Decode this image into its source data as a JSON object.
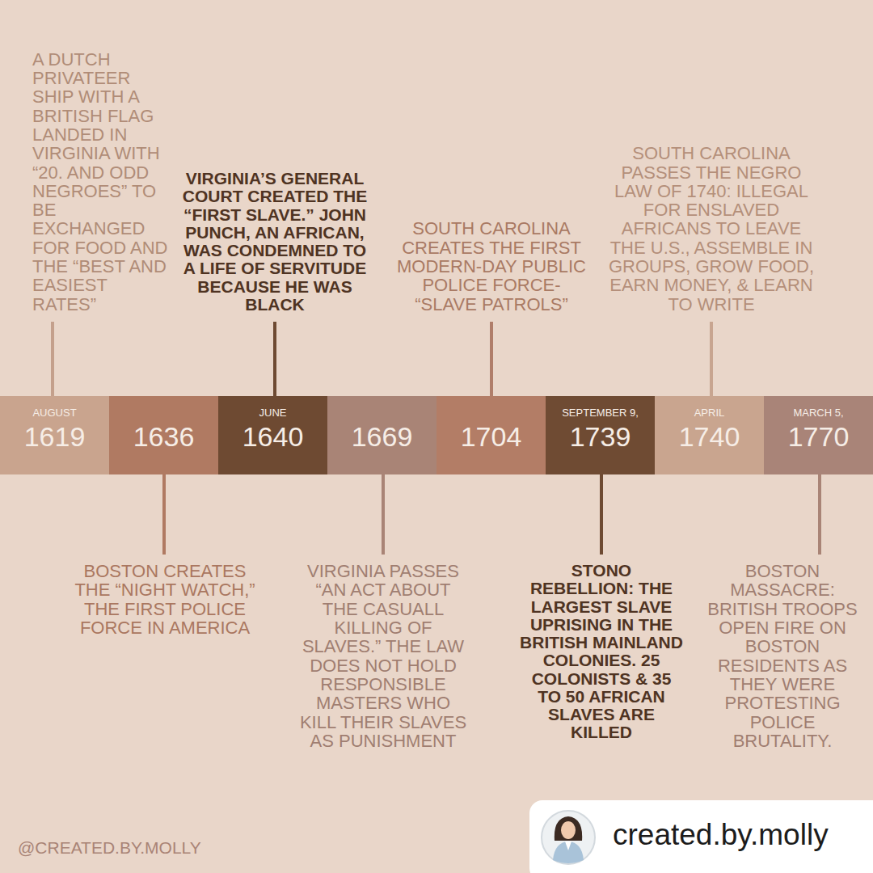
{
  "diagram": {
    "nodes": [
      {
        "text": [
          "AUGUST",
          "1619"
        ]
      },
      {
        "text": [
          "1636"
        ]
      },
      {
        "text": [
          "JUNE",
          "1640"
        ]
      },
      {
        "text": [
          "1669"
        ]
      },
      {
        "text": [
          "1704"
        ]
      },
      {
        "text": [
          "SEPTEMBER 9,",
          "1739"
        ]
      },
      {
        "text": [
          "APRIL",
          "1740"
        ]
      },
      {
        "text": [
          "MARCH 5,",
          "1770"
        ]
      }
    ],
    "labels": [
      "A DUTCH PRIVATEER SHIP WITH A BRITISH FLAG LANDED IN VIRGINIA WITH “20. AND ODD NEGROES” TO BE EXCHANGED FOR FOOD AND THE “BEST AND EASIEST RATES”",
      "VIRGINIA’S GENERAL COURT CREATED THE “FIRST SLAVE.” JOHN PUNCH, AN AFRICAN, WAS CONDEMNED TO A LIFE OF SERVITUDE BECAUSE HE WAS BLACK",
      "SOUTH CAROLINA CREATES THE FIRST MODERN-DAY PUBLIC POLICE FORCE- “SLAVE PATROLS”",
      "SOUTH CAROLINA PASSES THE NEGRO LAW OF 1740: ILLEGAL FOR ENSLAVED AFRICANS TO LEAVE THE U.S., ASSEMBLE IN GROUPS, GROW FOOD, EARN MONEY, & LEARN TO WRITE",
      "BOSTON CREATES THE “NIGHT WATCH,” THE FIRST POLICE FORCE IN AMERICA",
      "VIRGINIA PASSES “AN ACT ABOUT THE CASUALL KILLING OF SLAVES.” THE LAW DOES NOT HOLD RESPONSIBLE MASTERS WHO KILL THEIR SLAVES AS PUNISHMENT",
      "STONO REBELLION: THE LARGEST SLAVE UPRISING IN THE BRITISH MAINLAND COLONIES. 25 COLONISTS & 35 TO 50 AFRICAN SLAVES ARE KILLED",
      "BOSTON MASSACRE: BRITISH TROOPS OPEN FIRE ON BOSTON RESIDENTS AS THEY WERE PROTESTING POLICE BRUTALITY.",
      "@CREATED.BY.MOLLY",
      "created.by.molly"
    ]
  }
}
